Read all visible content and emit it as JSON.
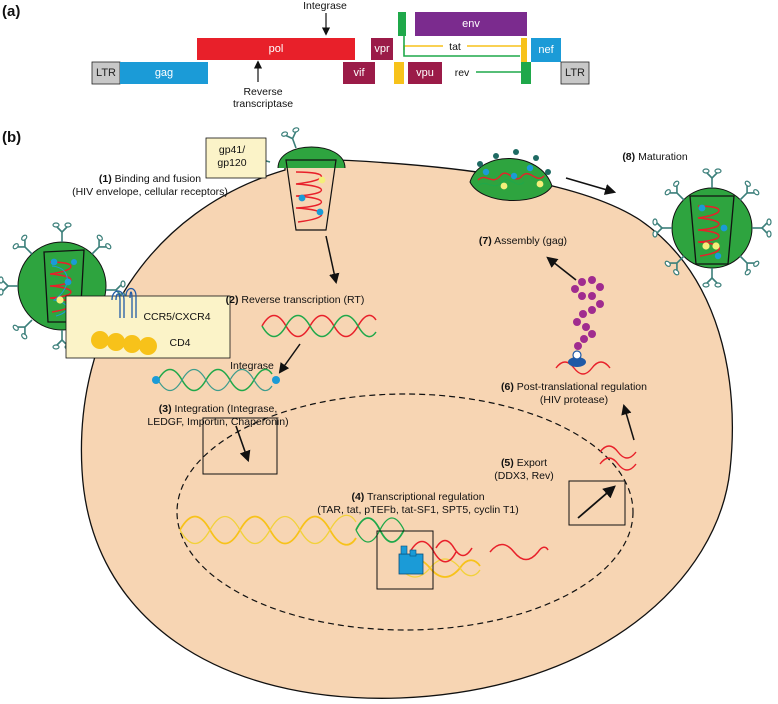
{
  "panels": {
    "a": "(a)",
    "b": "(b)"
  },
  "genome": {
    "integrase_label": "Integrase",
    "rt_label_1": "Reverse",
    "rt_label_2": "transcriptase",
    "genes": {
      "ltr_left": "LTR",
      "gag": "gag",
      "pol": "pol",
      "vif": "vif",
      "vpr": "vpr",
      "vpu": "vpu",
      "env": "env",
      "nef": "nef",
      "ltr_right": "LTR",
      "tat": "tat",
      "rev": "rev"
    },
    "colors": {
      "ltr": "#c8c8c8",
      "gag": "#1b9bd7",
      "pol": "#e8202a",
      "vif": "#9b1b48",
      "vpr": "#9b1b48",
      "vpu": "#9b1b48",
      "env": "#7b2b8e",
      "nef": "#1b9bd7",
      "tat": "#f7c21a",
      "rev": "#1fa84a"
    }
  },
  "cell": {
    "cytoplasm_color": "#f7d5b3",
    "gp_label_1": "gp41/",
    "gp_label_2": "gp120",
    "receptor_label": "CCR5/CXCR4",
    "cd4_label": "CD4",
    "integrase_label": "Integrase",
    "steps": [
      {
        "num": "(1)",
        "text": "Binding and fusion",
        "text2": "(HIV envelope, cellular receptors)"
      },
      {
        "num": "(2)",
        "text": "Reverse transcription (RT)"
      },
      {
        "num": "(3)",
        "text": "Integration (Integrase,",
        "text2": "LEDGF, Importin, Chaperonin)"
      },
      {
        "num": "(4)",
        "text": "Transcriptional regulation",
        "text2": "(TAR, tat, pTEFb, tat-SF1, SPT5, cyclin T1)"
      },
      {
        "num": "(5)",
        "text": "Export",
        "text2": "(DDX3, Rev)"
      },
      {
        "num": "(6)",
        "text": "Post-translational regulation",
        "text2": "(HIV protease)"
      },
      {
        "num": "(7)",
        "text": "Assembly (gag)"
      },
      {
        "num": "(8)",
        "text": "Maturation"
      }
    ]
  }
}
